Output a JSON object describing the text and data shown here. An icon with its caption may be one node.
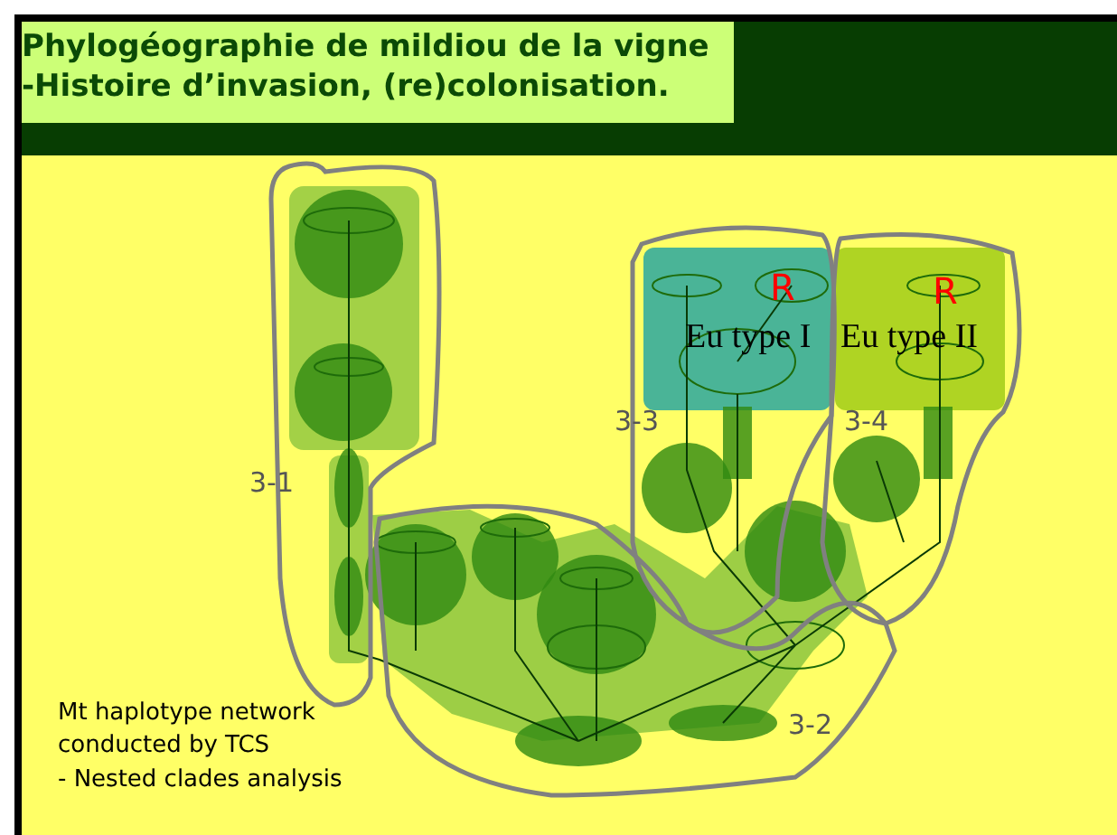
{
  "diagram": {
    "title": "Phylogéographie de mildiou de la vigne",
    "labels": [
      "-Histoire d’invasion, (re)colonisation.",
      "R",
      "R",
      "Eu type I",
      "Eu type II",
      "3-3",
      "3-4",
      "3-1",
      "3-2",
      "Mt haplotype network conducted by TCS",
      "- Nested clades analysis"
    ]
  }
}
